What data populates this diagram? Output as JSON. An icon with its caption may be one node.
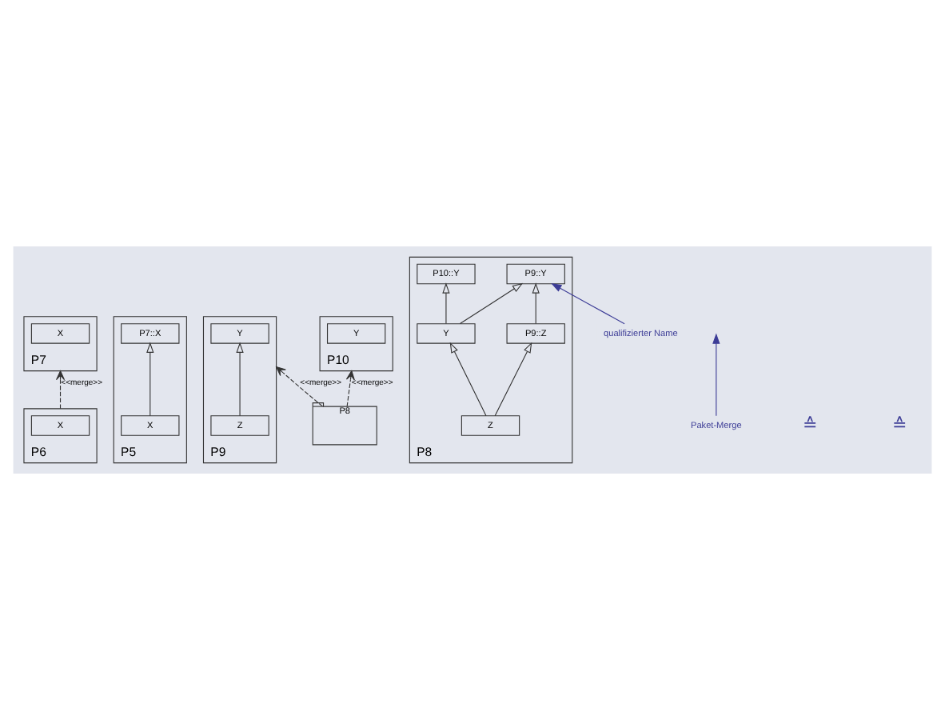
{
  "diagram": {
    "nodes": [
      {
        "text": [
          "P6"
        ]
      },
      {
        "text": [
          "X"
        ],
        "in": 0
      },
      {
        "text": [
          "P7"
        ]
      },
      {
        "text": [
          "X"
        ],
        "in": 2
      },
      {
        "text": [
          "P5"
        ]
      },
      {
        "text": [
          "P7::X"
        ],
        "in": 4
      },
      {
        "text": [
          "X"
        ],
        "in": 4
      },
      {
        "text": [
          "P9"
        ]
      },
      {
        "text": [
          "Y"
        ],
        "in": 7
      },
      {
        "text": [
          "Z"
        ],
        "in": 7
      },
      {
        "text": [
          "P10"
        ]
      },
      {
        "text": [
          "Y"
        ],
        "in": 10
      },
      {
        "text": [
          "P8"
        ]
      },
      {
        "text": [
          "P8"
        ]
      },
      {
        "text": [
          "P10::Y"
        ],
        "in": 13
      },
      {
        "text": [
          "P9::Y"
        ],
        "in": 13
      },
      {
        "text": [
          "Y"
        ],
        "in": 13
      },
      {
        "text": [
          "P9::Z"
        ],
        "in": 13
      },
      {
        "text": [
          "Z"
        ],
        "in": 13
      },
      {
        "text": [
          "qualifizierter Name"
        ]
      },
      {
        "text": [
          "Paket-Merge"
        ]
      }
    ],
    "edges": [
      {
        "from": 0,
        "to": 2,
        "arrow": "to",
        "label": "<<merge>>",
        "style": "dashed"
      },
      {
        "from": 6,
        "to": 5,
        "arrow": "to"
      },
      {
        "from": 9,
        "to": 8,
        "arrow": "to"
      },
      {
        "from": 12,
        "to": 7,
        "arrow": "to",
        "label": "<<merge>>",
        "style": "dashed"
      },
      {
        "from": 12,
        "to": 10,
        "arrow": "to",
        "label": "<<merge>>",
        "style": "dashed"
      },
      {
        "from": 16,
        "to": 14,
        "arrow": "to"
      },
      {
        "from": 16,
        "to": 15,
        "arrow": "to"
      },
      {
        "from": 17,
        "to": 15,
        "arrow": "to"
      },
      {
        "from": 18,
        "to": 16,
        "arrow": "to"
      },
      {
        "from": 18,
        "to": 17,
        "arrow": "to"
      },
      {
        "from": 19,
        "to": 15,
        "arrow": "to",
        "color": "#3c3c96"
      },
      {
        "from": 20,
        "to": null,
        "arrow": "to",
        "color": "#3c3c96"
      }
    ],
    "labels": [
      "≙",
      "≙"
    ]
  }
}
